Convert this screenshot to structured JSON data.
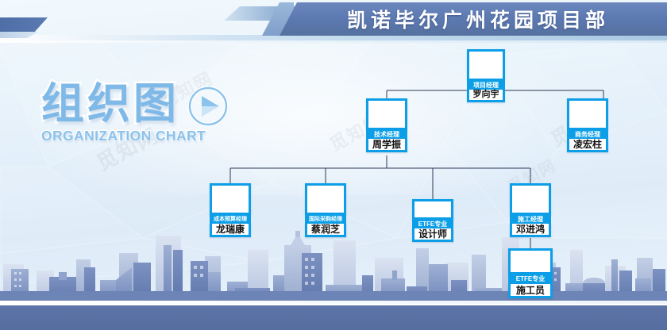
{
  "header": {
    "title": "凯诺毕尔广州花园项目部"
  },
  "title_block": {
    "chinese": "组织图",
    "english": "ORGANIZATION CHART",
    "play_icon": "play-circle-icon"
  },
  "watermarks": [
    "觅知网",
    "觅知网",
    "觅知网",
    "觅知网",
    "觅知网"
  ],
  "chart_data": {
    "type": "diagram",
    "title": "组织图",
    "subtitle": "ORGANIZATION CHART",
    "accent_color": "#0c9fe8",
    "banner_color": "#5c79b2",
    "footer_color": "#566d9f",
    "background_color": "#e4f0fa",
    "nodes": [
      {
        "id": "n1",
        "role": "项目经理",
        "name": "罗向宇",
        "level": 1,
        "parent": null
      },
      {
        "id": "n2",
        "role": "技术经理",
        "name": "周学振",
        "level": 2,
        "parent": "n1"
      },
      {
        "id": "n3",
        "role": "商务经理",
        "name": "凌宏柱",
        "level": 2,
        "parent": "n1"
      },
      {
        "id": "n4",
        "role": "成本预算经理",
        "name": "龙瑞康",
        "level": 3,
        "parent": "n2"
      },
      {
        "id": "n5",
        "role": "国际采购经理",
        "name": "蔡润芝",
        "level": 3,
        "parent": "n2"
      },
      {
        "id": "n6",
        "role": "ETFE专业",
        "name": "设计师",
        "level": 3,
        "parent": "n2"
      },
      {
        "id": "n7",
        "role": "施工经理",
        "name": "邓进鸿",
        "level": 3,
        "parent": "n2"
      },
      {
        "id": "n8",
        "role": "ETFE专业",
        "name": "施工员",
        "level": 4,
        "parent": "n7"
      }
    ]
  },
  "nodes": {
    "n1": {
      "role": "项目经理",
      "name": "罗向宇"
    },
    "n2": {
      "role": "技术经理",
      "name": "周学振"
    },
    "n3": {
      "role": "商务经理",
      "name": "凌宏柱"
    },
    "n4": {
      "role": "成本预算经理",
      "name": "龙瑞康"
    },
    "n5": {
      "role": "国际采购经理",
      "name": "蔡润芝"
    },
    "n6": {
      "role": "ETFE专业",
      "name": "设计师"
    },
    "n7": {
      "role": "施工经理",
      "name": "邓进鸿"
    },
    "n8": {
      "role": "ETFE专业",
      "name": "施工员"
    }
  }
}
